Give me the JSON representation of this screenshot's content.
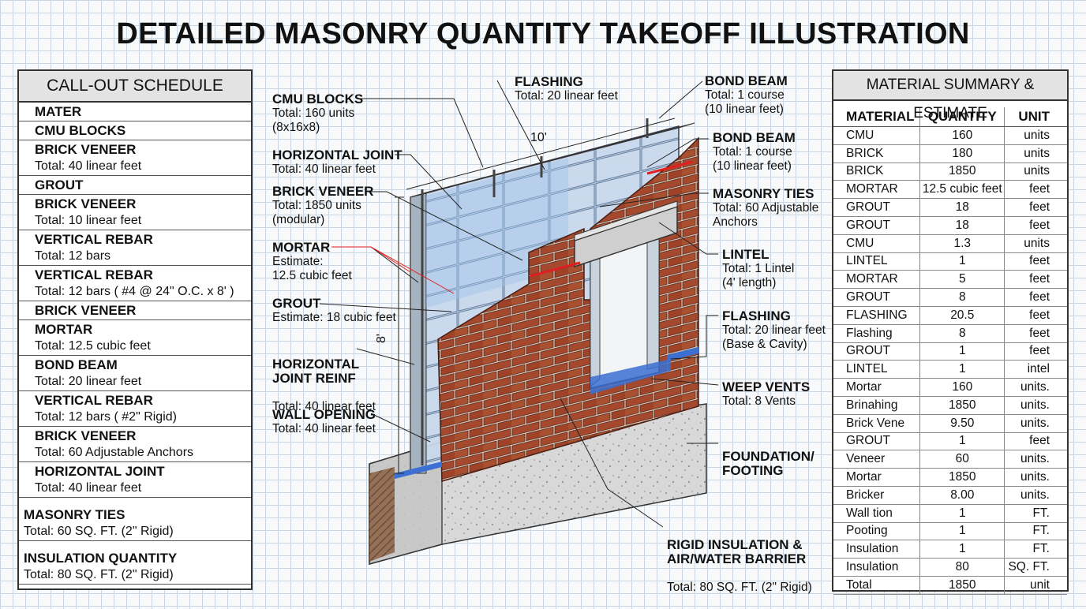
{
  "title": "DETAILED MASONRY QUANTITY TAKEOFF ILLUSTRATION",
  "schedule": {
    "header": "CALL-OUT SCHEDULE",
    "rows": [
      {
        "heading": "MATER",
        "text": ""
      },
      {
        "heading": "CMU BLOCKS",
        "text": ""
      },
      {
        "heading": "BRICK VENEER",
        "text": "Total: 40 linear feet"
      },
      {
        "heading": "GROUT",
        "text": ""
      },
      {
        "heading": "BRICK VENEER",
        "text": "Total: 10 linear feet"
      },
      {
        "heading": "VERTICAL REBAR",
        "text": "Total: 12 bars"
      },
      {
        "heading": "VERTICAL REBAR",
        "text": "Total: 12 bars ( #4 @ 24\" O.C. x 8' )"
      },
      {
        "heading": "BRICK VENEER",
        "text": ""
      },
      {
        "heading": "MORTAR",
        "text": "Total: 12.5 cubic feet"
      },
      {
        "heading": "BOND BEAM",
        "text": "Total: 20 linear feet"
      },
      {
        "heading": "VERTICAL REBAR",
        "text": "Total: 12 bars ( #2\" Rigid)"
      },
      {
        "heading": "BRICK VENEER",
        "text": "Total: 60 Adjustable Anchors"
      },
      {
        "heading": "HORIZONTAL JOINT",
        "text": "Total: 40 linear feet"
      },
      {
        "heading": "MASONRY TIES",
        "text": "Total: 60 SQ. FT. (2\" Rigid)"
      },
      {
        "heading": "INSULATION QUANTITY",
        "text": "Total: 80 SQ. FT. (2\" Rigid)"
      }
    ]
  },
  "summary": {
    "header": "MATERIAL SUMMARY & ESTIMATE",
    "columns": [
      "MATERIAL",
      "QUANTITY",
      "UNIT"
    ],
    "rows": [
      [
        "CMU",
        "160",
        "units"
      ],
      [
        "BRICK",
        "180",
        "units"
      ],
      [
        "BRICK",
        "1850",
        "units"
      ],
      [
        "MORTAR",
        "12.5 cubic feet",
        "feet"
      ],
      [
        "GROUT",
        "18",
        "feet"
      ],
      [
        "GROUT",
        "18",
        "feet"
      ],
      [
        "CMU",
        "1.3",
        "units"
      ],
      [
        "LINTEL",
        "1",
        "feet"
      ],
      [
        "MORTAR",
        "5",
        "feet"
      ],
      [
        "GROUT",
        "8",
        "feet"
      ],
      [
        "FLASHING",
        "20.5",
        "feet"
      ],
      [
        "Flashing",
        "8",
        "feet"
      ],
      [
        "GROUT",
        "1",
        "feet"
      ],
      [
        "LINTEL",
        "1",
        "intel"
      ],
      [
        "Mortar",
        "160",
        "units."
      ],
      [
        "Brinahing",
        "1850",
        "units."
      ],
      [
        "Brick Vene",
        "9.50",
        "units."
      ],
      [
        "GROUT",
        "1",
        "feet"
      ],
      [
        "Veneer",
        "60",
        "units."
      ],
      [
        "Mortar",
        "1850",
        "units."
      ],
      [
        "Bricker",
        "8.00",
        "units."
      ],
      [
        "Wall tion",
        "1",
        "FT."
      ],
      [
        "Pooting",
        "1",
        "FT."
      ],
      [
        "Insulation",
        "1",
        "FT."
      ],
      [
        "Insulation",
        "80",
        "SQ. FT."
      ],
      [
        "Total",
        "1850",
        "unit"
      ]
    ]
  },
  "callouts": {
    "cmu_blocks": {
      "heading": "CMU BLOCKS",
      "lines": [
        "Total: 160 units",
        "(8x16x8)"
      ]
    },
    "horizontal_joint": {
      "heading": "HORIZONTAL JOINT",
      "lines": [
        "Total: 40 linear feet"
      ]
    },
    "brick_veneer": {
      "heading": "BRICK VENEER",
      "lines": [
        "Total: 1850 units",
        "(modular)"
      ]
    },
    "mortar": {
      "heading": "MORTAR",
      "lines": [
        "Estimate:",
        "12.5 cubic feet"
      ]
    },
    "grout": {
      "heading": "GROUT",
      "lines": [
        "Estimate: 18 cubic feet"
      ]
    },
    "horizontal_joint_reinf": {
      "heading": "HORIZONTAL\nJOINT REINF",
      "lines": [
        "Total: 40 linear feet"
      ]
    },
    "wall_opening": {
      "heading": "WALL OPENING",
      "lines": [
        "Total: 40 linear feet"
      ]
    },
    "flashing_top": {
      "heading": "FLASHING",
      "lines": [
        "Total: 20 linear feet"
      ]
    },
    "bond_beam_1": {
      "heading": "BOND BEAM",
      "lines": [
        "Total: 1 course",
        "(10 linear feet)"
      ]
    },
    "bond_beam_2": {
      "heading": "BOND BEAM",
      "lines": [
        "Total: 1 course",
        "(10 linear feet)"
      ]
    },
    "masonry_ties": {
      "heading": "MASONRY TIES",
      "lines": [
        "Total: 60 Adjustable",
        "Anchors"
      ]
    },
    "lintel": {
      "heading": "LINTEL",
      "lines": [
        "Total: 1 Lintel",
        "(4' length)"
      ]
    },
    "flashing_right": {
      "heading": "FLASHING",
      "lines": [
        "Total: 20 linear feet",
        "(Base & Cavity)"
      ]
    },
    "weep_vents": {
      "heading": "WEEP VENTS",
      "lines": [
        "Total: 8 Vents"
      ]
    },
    "foundation": {
      "heading": "FOUNDATION/\nFOOTING",
      "lines": []
    },
    "insulation": {
      "heading": "RIGID INSULATION &\nAIR/WATER BARRIER",
      "lines": [
        "Total: 80 SQ. FT. (2\" Rigid)"
      ]
    }
  },
  "dimensions": {
    "length": "10'",
    "height": "8'"
  },
  "colors": {
    "brick": "#a4492e",
    "mortar": "#d9d2c8",
    "cmu": "#c8d6e6",
    "insulation": "#9fc3ec",
    "concrete": "#d5d5d5",
    "flashing": "#3b6fd1",
    "red_marker": "#e02020"
  }
}
